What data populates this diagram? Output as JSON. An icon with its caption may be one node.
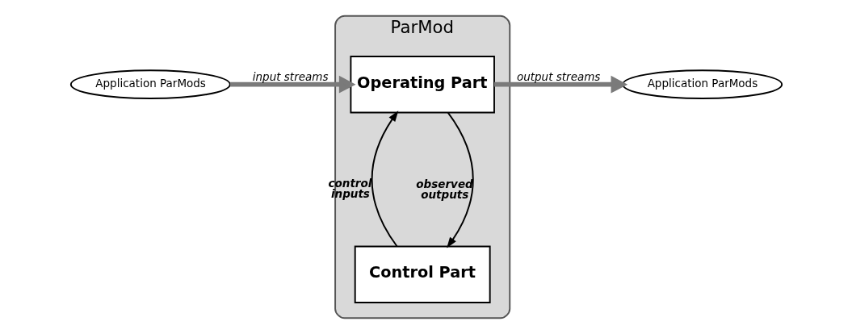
{
  "diagram": {
    "nodes": [
      {
        "text": [
          "Application ParMods"
        ]
      },
      {
        "text": [
          "ParMod"
        ]
      },
      {
        "text": [
          "Operating Part"
        ],
        "in": 1
      },
      {
        "text": [
          "Control Part"
        ],
        "in": 1
      },
      {
        "text": [
          "Application ParMods"
        ]
      }
    ],
    "edges": [
      {
        "from": 0,
        "to": 2,
        "arrow": "to",
        "label": "input streams",
        "style": "thick",
        "color": "#7a7a7a"
      },
      {
        "from": 2,
        "to": 4,
        "arrow": "to",
        "label": "output streams",
        "style": "thick",
        "color": "#7a7a7a"
      },
      {
        "from": 2,
        "to": 3,
        "arrow": "to",
        "label": "observed outputs",
        "color": "#000000"
      },
      {
        "from": 3,
        "to": 2,
        "arrow": "to",
        "label": "control inputs",
        "color": "#000000"
      }
    ]
  }
}
